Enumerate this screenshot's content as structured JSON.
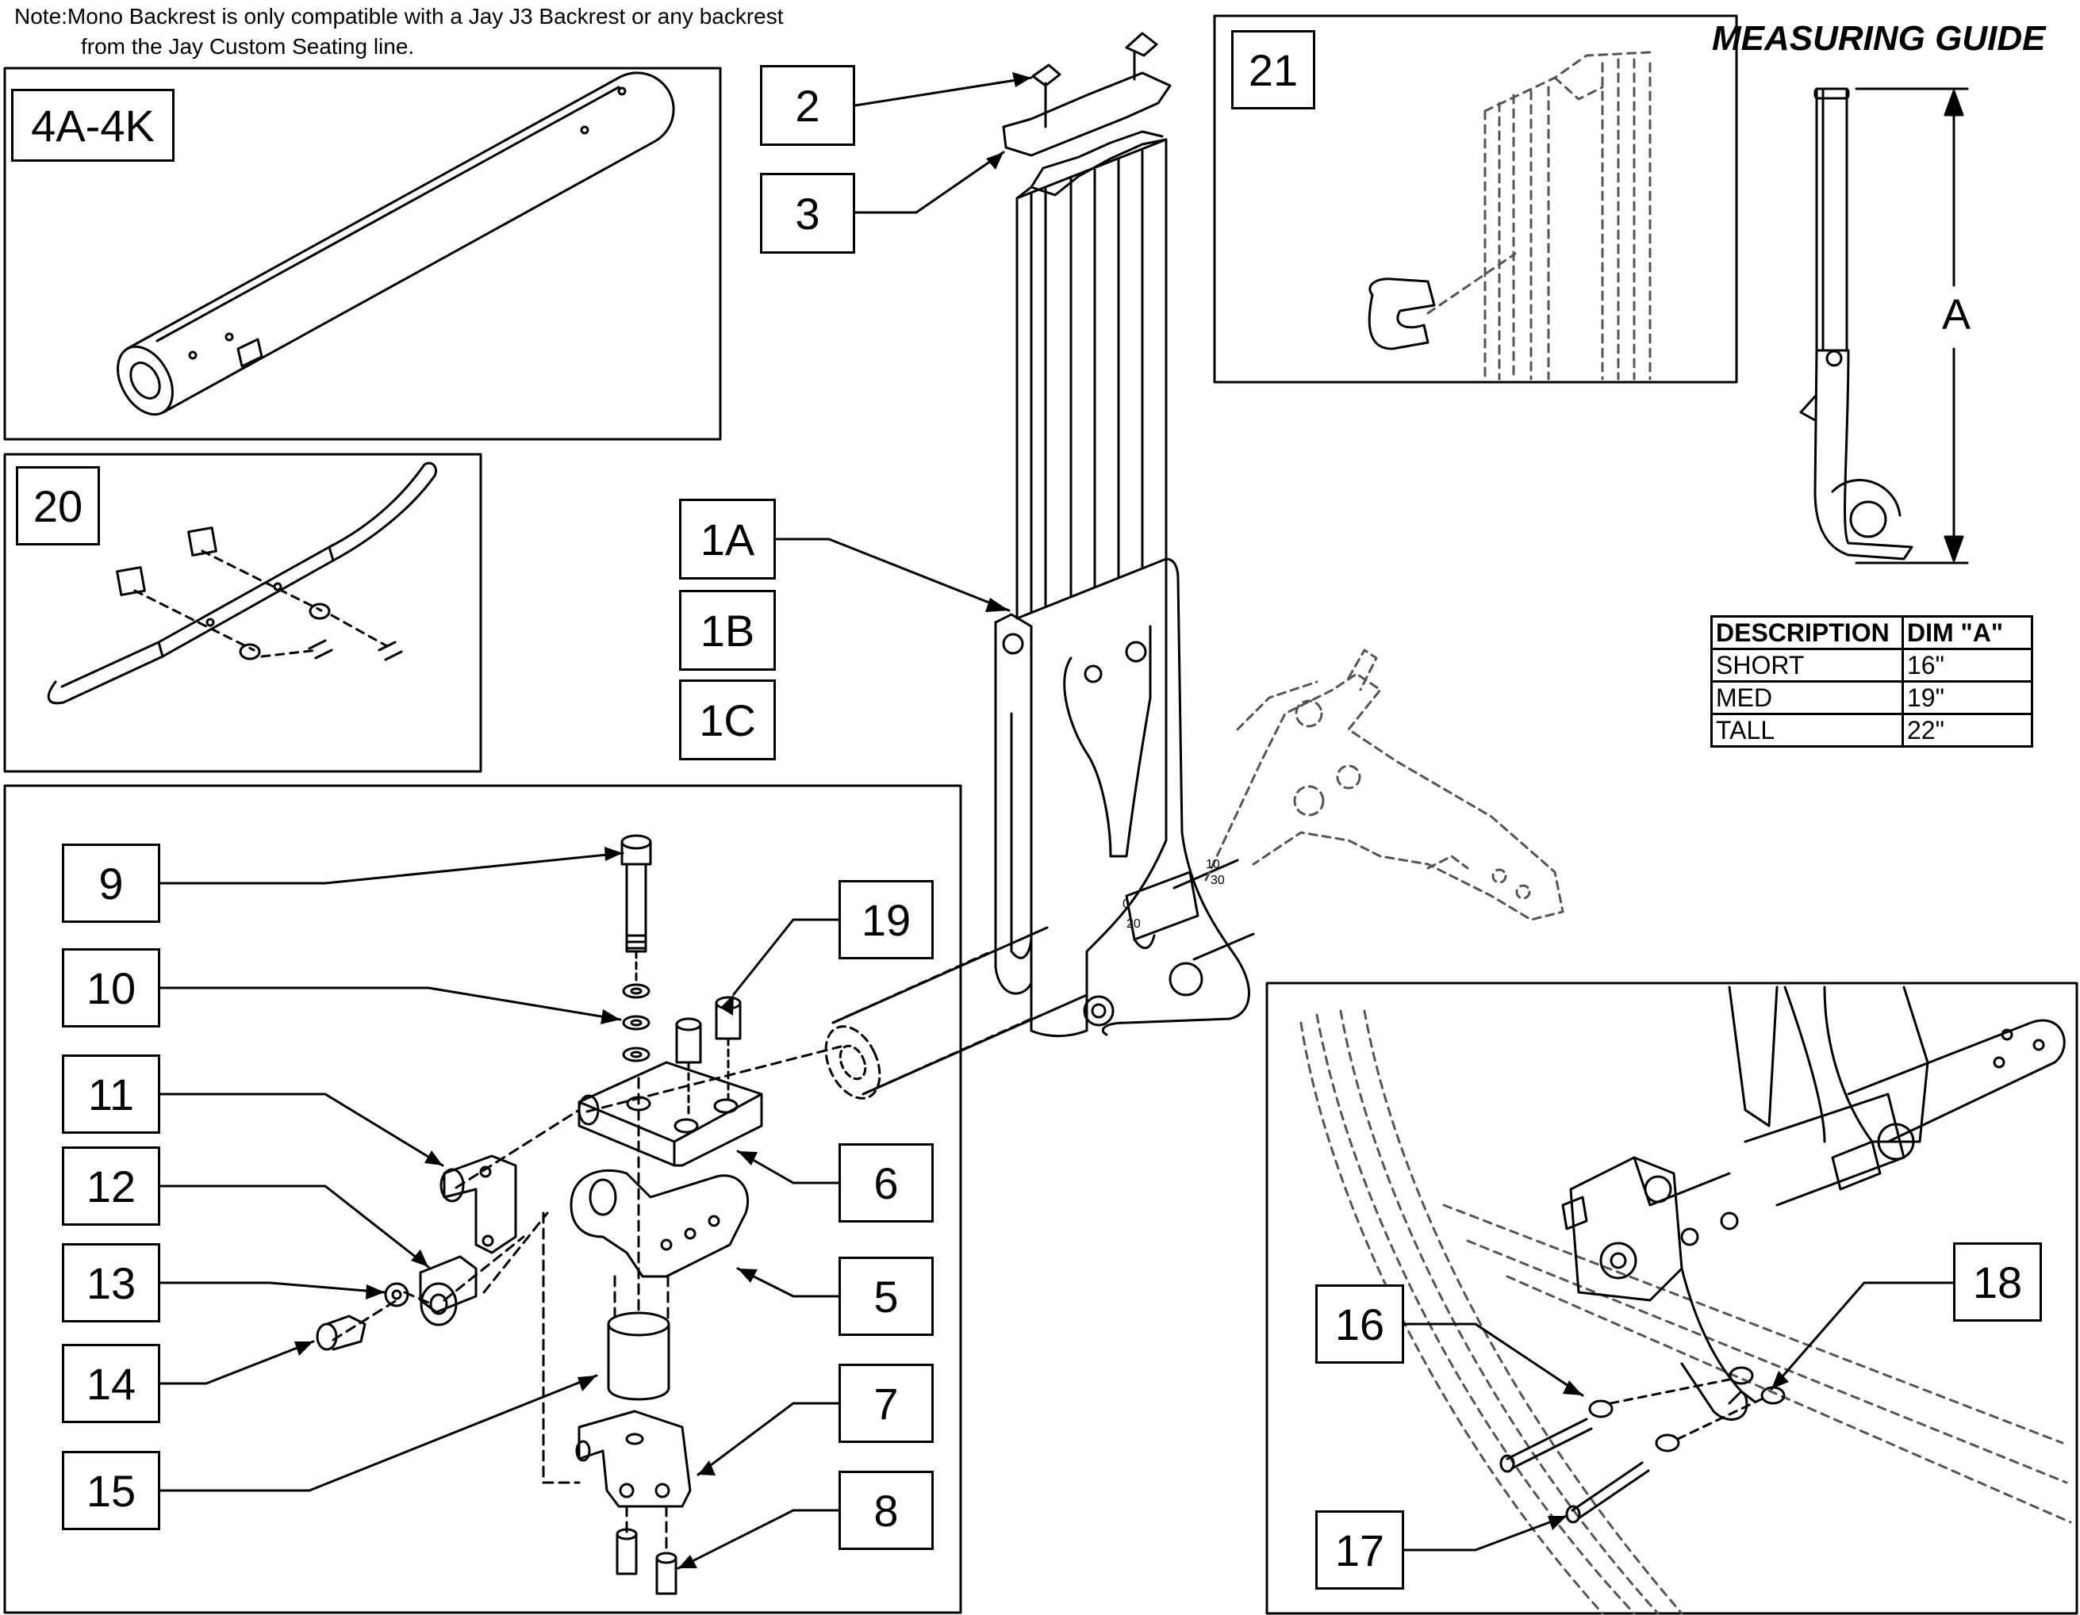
{
  "note": {
    "line1": "Note:Mono Backrest is only compatible with a Jay J3 Backrest or any backrest",
    "line2": "from the Jay Custom Seating line."
  },
  "measuring_guide": {
    "title": "MEASURING GUIDE",
    "dimension_label": "A",
    "table": {
      "headers": [
        "DESCRIPTION",
        "DIM \"A\""
      ],
      "rows": [
        [
          "SHORT",
          "16\""
        ],
        [
          "MED",
          "19\""
        ],
        [
          "TALL",
          "22\""
        ]
      ]
    }
  },
  "callouts": {
    "c4a": "4A-4K",
    "c20": "20",
    "c21": "21",
    "c2": "2",
    "c3": "3",
    "c1a": "1A",
    "c1b": "1B",
    "c1c": "1C",
    "c9": "9",
    "c10": "10",
    "c11": "11",
    "c12": "12",
    "c13": "13",
    "c14": "14",
    "c15": "15",
    "c19": "19",
    "c6": "6",
    "c5": "5",
    "c7": "7",
    "c8": "8",
    "c16": "16",
    "c17": "17",
    "c18": "18"
  },
  "scale_marks": {
    "a": "0",
    "b": "10",
    "c": "20",
    "d": "30"
  }
}
